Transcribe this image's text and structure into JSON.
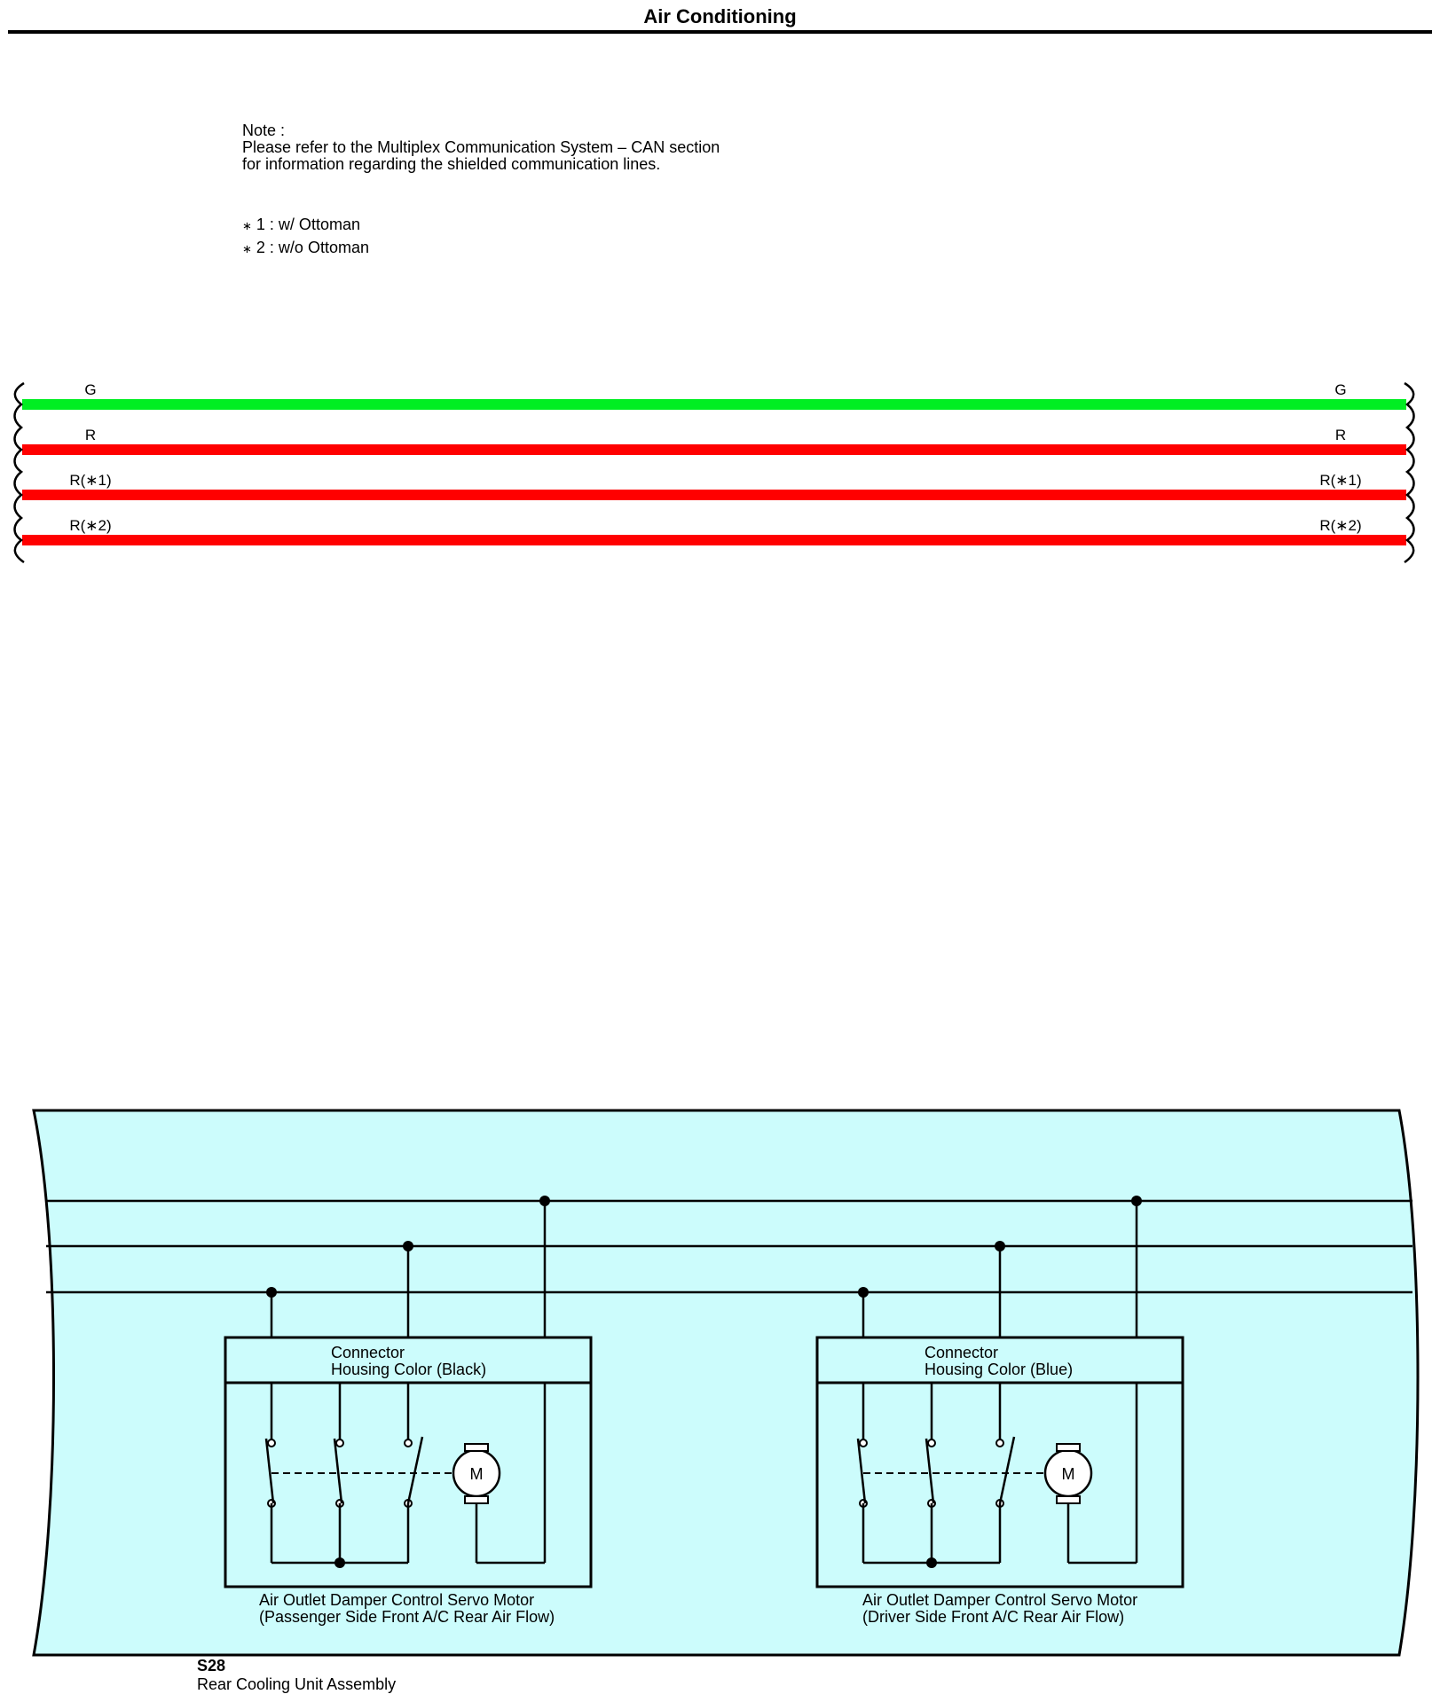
{
  "header": {
    "title": "Air Conditioning"
  },
  "note": {
    "heading": "Note :",
    "lines": [
      "Please refer to the Multiplex Communication System – CAN section",
      "for information regarding the shielded communication lines."
    ]
  },
  "footnotes": [
    {
      "mark": "∗",
      "text": "1 : w/ Ottoman"
    },
    {
      "mark": "∗",
      "text": "2 : w/o Ottoman"
    }
  ],
  "wires": [
    {
      "label_left": "G",
      "label_right": "G",
      "color": "#00ee22"
    },
    {
      "label_left": "R",
      "label_right": "R",
      "color": "#ff0000"
    },
    {
      "label_left": "R(∗1)",
      "label_right": "R(∗1)",
      "color": "#ff0000"
    },
    {
      "label_left": "R(∗2)",
      "label_right": "R(∗2)",
      "color": "#ff0000"
    }
  ],
  "components": [
    {
      "connector": [
        "Connector",
        "Housing Color (Black)"
      ],
      "motor_symbol": "M",
      "name": [
        "Air Outlet Damper Control Servo Motor",
        "(Passenger Side Front A/C Rear Air Flow)"
      ]
    },
    {
      "connector": [
        "Connector",
        "Housing Color (Blue)"
      ],
      "motor_symbol": "M",
      "name": [
        "Air Outlet Damper Control Servo Motor",
        "(Driver Side Front A/C Rear Air Flow)"
      ]
    }
  ],
  "assembly": {
    "code": "S28",
    "name": "Rear Cooling Unit Assembly"
  },
  "colors": {
    "panel_fill": "#ccfcfc",
    "wire_green": "#00ee22",
    "wire_red": "#ff0000"
  }
}
